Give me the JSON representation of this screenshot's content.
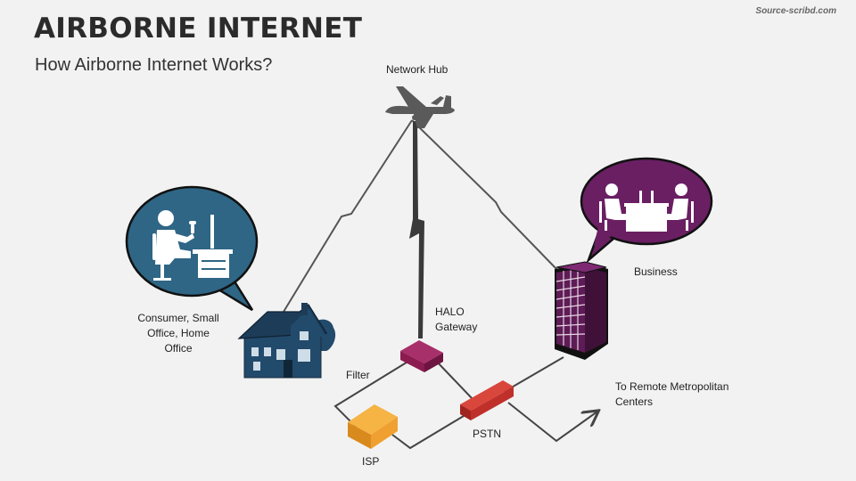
{
  "header": {
    "title": "AIRBORNE INTERNET",
    "subtitle": "How Airborne Internet Works?",
    "watermark": "Source-scribd.com"
  },
  "nodes": {
    "network_hub": "Network Hub",
    "consumer": "Consumer, Small Office, Home Office",
    "business": "Business",
    "halo_gateway": "HALO Gateway",
    "filter": "Filter",
    "isp": "ISP",
    "pstn": "PSTN",
    "remote": "To Remote Metropolitan Centers"
  },
  "colors": {
    "consumer_bubble": "#2f6685",
    "business_bubble": "#6a1f63",
    "house": "#224a6b",
    "building": "#5e1c56",
    "halo_gateway": "#8c1b4f",
    "isp": "#f0a030",
    "pstn": "#c0302a",
    "lines": "#444444",
    "plane": "#5a5a5a"
  },
  "icons": [
    "airplane-icon",
    "office-worker-icon",
    "meeting-icon",
    "house-icon",
    "office-building-icon"
  ]
}
